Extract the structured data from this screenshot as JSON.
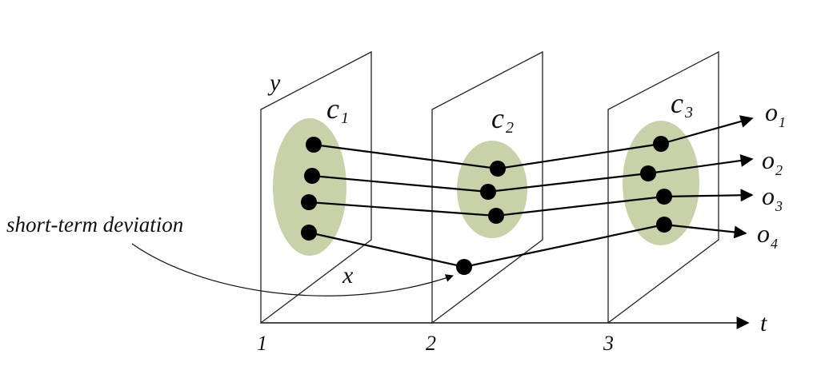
{
  "labels": {
    "y": "y",
    "x": "x",
    "t": "t",
    "short_term_deviation": "short-term deviation"
  },
  "clusters": [
    {
      "base": "c",
      "sub": "1"
    },
    {
      "base": "c",
      "sub": "2"
    },
    {
      "base": "c",
      "sub": "3"
    }
  ],
  "outputs": [
    {
      "base": "o",
      "sub": "1"
    },
    {
      "base": "o",
      "sub": "2"
    },
    {
      "base": "o",
      "sub": "3"
    },
    {
      "base": "o",
      "sub": "4"
    }
  ],
  "time_ticks": [
    "1",
    "2",
    "3"
  ],
  "colors": {
    "cluster_fill": "#c8d1a8",
    "line": "#000000",
    "frame": "#222222"
  }
}
